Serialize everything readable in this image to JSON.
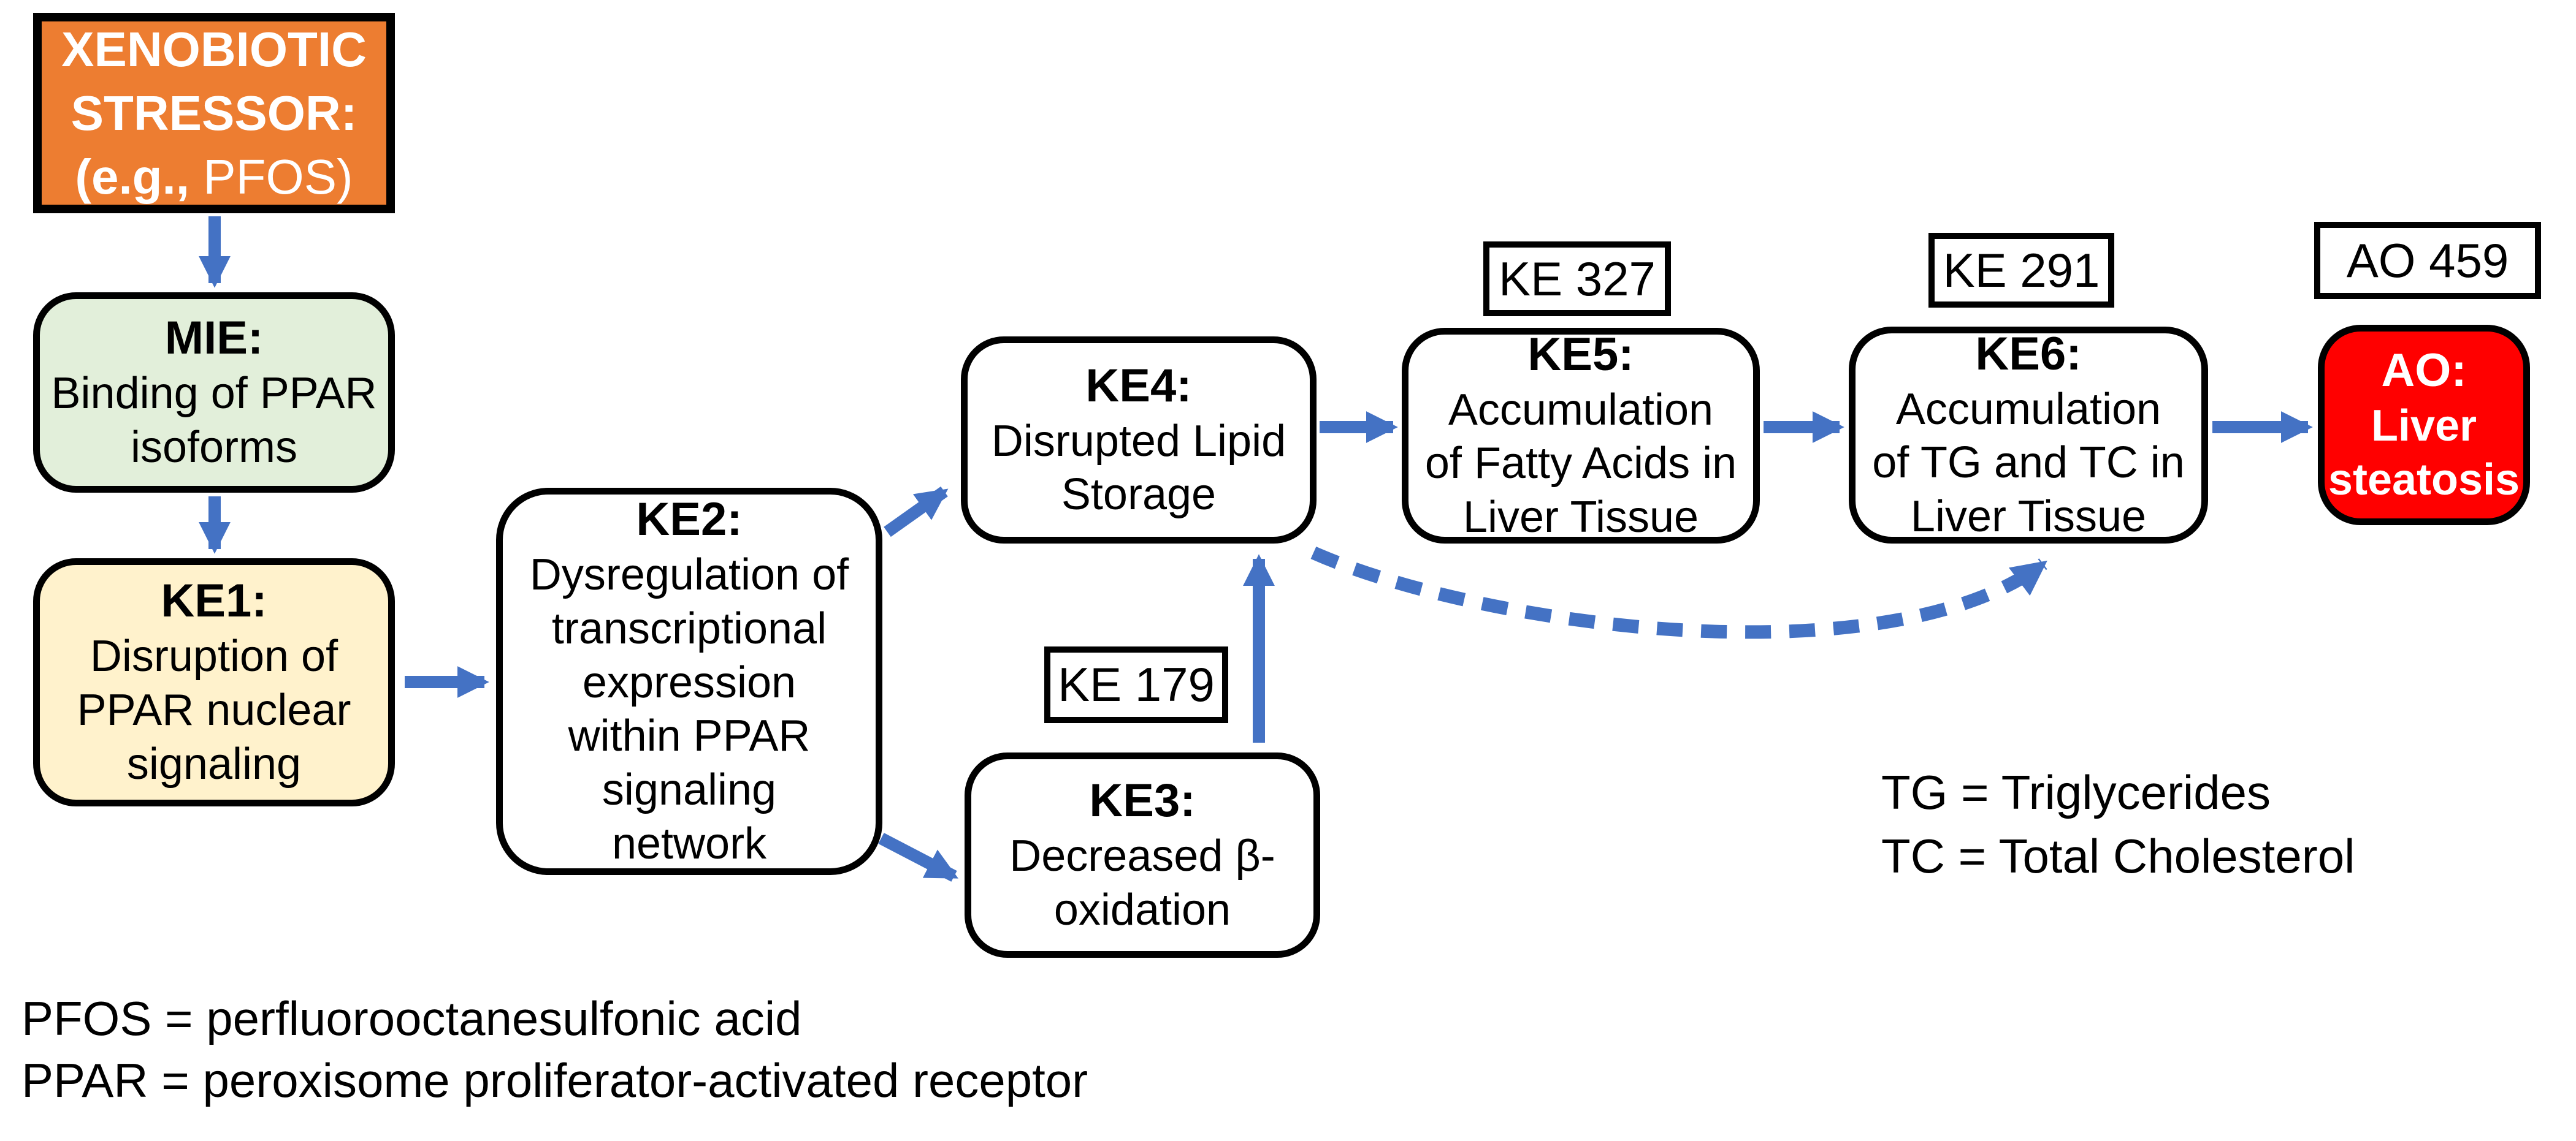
{
  "colors": {
    "stressor_fill": "#ED7D31",
    "mie_fill": "#E2EFDA",
    "ke1_fill": "#FFF2CC",
    "ke_fill": "#FFFFFF",
    "ao_fill": "#FF0000",
    "arrow_blue": "#4472C4",
    "border_black": "#000000"
  },
  "nodes": {
    "stressor": {
      "heading": "XENOBIOTIC\nSTRESSOR:",
      "body_bold": "(e.g.,",
      "body_regular": "PFOS)"
    },
    "mie": {
      "heading": "MIE:",
      "body": "Binding of PPAR\nisoforms"
    },
    "ke1": {
      "heading": "KE1:",
      "body": "Disruption of\nPPAR nuclear\nsignaling"
    },
    "ke2": {
      "heading": "KE2:",
      "body": "Dysregulation of\ntranscriptional\nexpression\nwithin PPAR\nsignaling\nnetwork"
    },
    "ke4": {
      "heading": "KE4:",
      "body": "Disrupted Lipid\nStorage"
    },
    "ke3": {
      "heading": "KE3:",
      "body": "Decreased β-\noxidation"
    },
    "ke5": {
      "heading": "KE5:",
      "body": "Accumulation\nof Fatty Acids in\nLiver Tissue"
    },
    "ke6": {
      "heading": "KE6:",
      "body": "Accumulation\nof TG and TC in\nLiver Tissue"
    },
    "ao": {
      "heading": "AO:",
      "body": "Liver\nsteatosis"
    }
  },
  "ref_labels": {
    "ke179": "KE 179",
    "ke327": "KE 327",
    "ke291": "KE 291",
    "ao459": "AO 459"
  },
  "legend": {
    "tg": "TG = Triglycerides",
    "tc": "TC = Total Cholesterol"
  },
  "footnotes": {
    "pfos": "PFOS = perfluorooctanesulfonic acid",
    "ppar": "PPAR = peroxisome proliferator-activated receptor"
  }
}
